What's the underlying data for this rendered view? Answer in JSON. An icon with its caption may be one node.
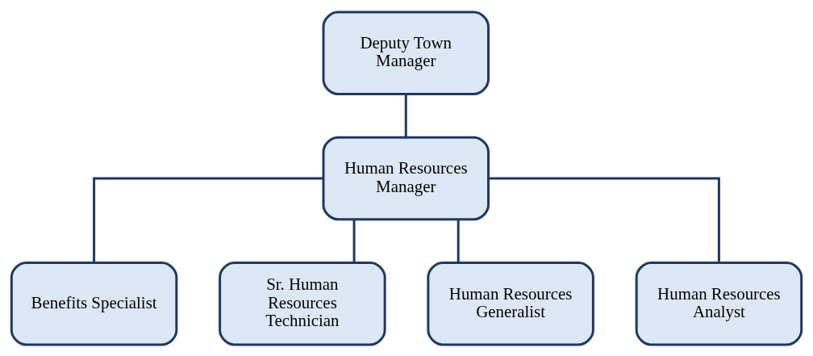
{
  "diagram": {
    "nodes": [
      {
        "text": [
          "Deputy Town Manager"
        ]
      },
      {
        "text": [
          "Human Resources Manager"
        ]
      },
      {
        "text": [
          "Benefits Specialist"
        ]
      },
      {
        "text": [
          "Sr. Human Resources Technician"
        ]
      },
      {
        "text": [
          "Human Resources Generalist"
        ]
      },
      {
        "text": [
          "Human Resources Analyst"
        ]
      }
    ],
    "edges": [
      {
        "from": 0,
        "to": 1,
        "arrow": "none"
      },
      {
        "from": 1,
        "to": 2,
        "arrow": "none"
      },
      {
        "from": 1,
        "to": 3,
        "arrow": "none"
      },
      {
        "from": 1,
        "to": 4,
        "arrow": "none"
      },
      {
        "from": 1,
        "to": 5,
        "arrow": "none"
      }
    ]
  }
}
